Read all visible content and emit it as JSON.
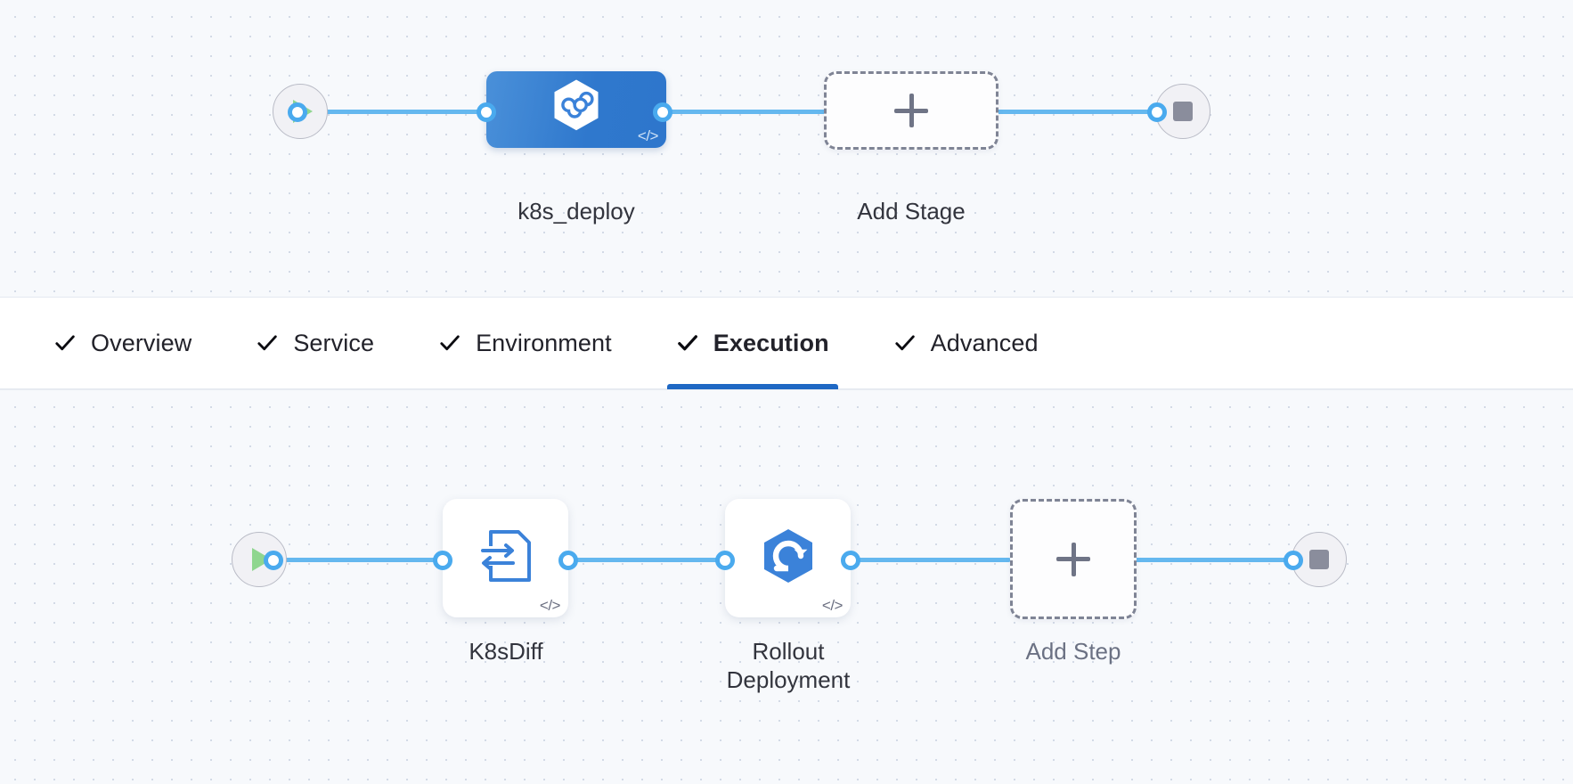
{
  "stage_canvas": {
    "start_node": {
      "icon": "play-icon",
      "name": "pipeline-start"
    },
    "end_node": {
      "icon": "stop-icon",
      "name": "pipeline-end"
    },
    "stages": [
      {
        "label": "k8s_deploy",
        "icon": "harness-hexagon-icon",
        "badge": "</>",
        "type": "deployment",
        "selected": true
      }
    ],
    "add_stage": {
      "label": "Add Stage",
      "icon": "plus-icon"
    }
  },
  "tabs": {
    "items": [
      {
        "label": "Overview",
        "icon": "check-icon",
        "active": false
      },
      {
        "label": "Service",
        "icon": "check-icon",
        "active": false
      },
      {
        "label": "Environment",
        "icon": "check-icon",
        "active": false
      },
      {
        "label": "Execution",
        "icon": "check-icon",
        "active": true
      },
      {
        "label": "Advanced",
        "icon": "check-icon",
        "active": false
      }
    ],
    "active_underline_color": "#1f68c4"
  },
  "step_canvas": {
    "start_node": {
      "icon": "play-icon",
      "name": "execution-start"
    },
    "end_node": {
      "icon": "stop-icon",
      "name": "execution-end"
    },
    "steps": [
      {
        "label": "K8sDiff",
        "icon": "k8s-diff-document-icon",
        "badge": "</>"
      },
      {
        "label": "Rollout\nDeployment",
        "icon": "rollout-hexagon-icon",
        "badge": "</>"
      }
    ],
    "add_step": {
      "label": "Add Step",
      "icon": "plus-icon"
    }
  },
  "colors": {
    "canvas_bg": "#f7f9fc",
    "grid_dot": "#d3dae6",
    "link": "#65b8ef",
    "port_ring": "#4aaaee",
    "stage_blue_from": "#4a90d9",
    "stage_blue_to": "#2e76cc",
    "accent_underline": "#1f68c4",
    "icon_blue": "#3b82d9",
    "play_green": "#8fd68f",
    "stop_grey": "#8a8d9c",
    "dashed_border": "#7f8495"
  }
}
